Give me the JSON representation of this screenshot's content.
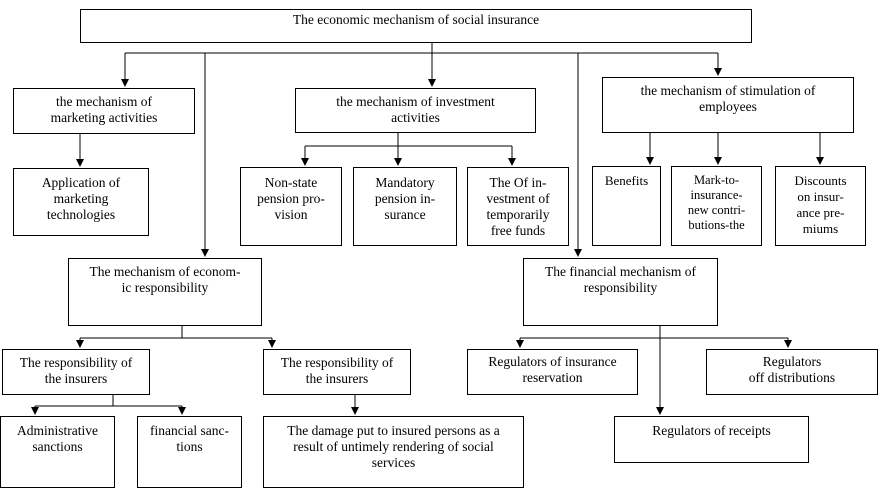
{
  "diagram": {
    "nodes": {
      "root": "The economic mechanism of social insurance",
      "marketing": "the mechanism of\nmarketing activities",
      "investment": "the mechanism of investment\nactivities",
      "stimulation": "the mechanism of stimulation of\nemployees",
      "application": "Application of\nmarketing\ntechnologies",
      "nonstate": "Non-state\npension pro-\nvision",
      "mandatory": "Mandatory\npension in-\nsurance",
      "invest_free": "The Of in-\nvestment of\ntemporarily\nfree funds",
      "benefits": "Benefits",
      "markto": "Mark-to-\ninsurance-\nnew contri-\nbutions-the",
      "discounts": "Discounts\non insur-\nance pre-\nmiums",
      "economic_resp": "The mechanism of econom-\nic responsibility",
      "financial_resp": "The financial mechanism of\nresponsibility",
      "insurers_resp_1": "The responsibility of\nthe insurers",
      "insurers_resp_2": "The responsibility of\nthe insurers",
      "admin": "Administrative\nsanctions",
      "fin_sanctions": "financial sanc-\ntions",
      "damage": "The damage put to insured persons as a\nresult of untimely rendering of social\nservices",
      "reg_reserv": "Regulators of insurance\nreservation",
      "reg_distr": "Regulators\noff distributions",
      "reg_receipts": "Regulators of receipts"
    },
    "edges": [
      [
        "root",
        "marketing"
      ],
      [
        "root",
        "investment"
      ],
      [
        "root",
        "stimulation"
      ],
      [
        "root",
        "economic_resp"
      ],
      [
        "root",
        "financial_resp"
      ],
      [
        "marketing",
        "application"
      ],
      [
        "investment",
        "nonstate"
      ],
      [
        "investment",
        "mandatory"
      ],
      [
        "investment",
        "invest_free"
      ],
      [
        "stimulation",
        "benefits"
      ],
      [
        "stimulation",
        "markto"
      ],
      [
        "stimulation",
        "discounts"
      ],
      [
        "economic_resp",
        "insurers_resp_1"
      ],
      [
        "economic_resp",
        "insurers_resp_2"
      ],
      [
        "insurers_resp_1",
        "admin"
      ],
      [
        "insurers_resp_1",
        "fin_sanctions"
      ],
      [
        "insurers_resp_2",
        "damage"
      ],
      [
        "financial_resp",
        "reg_reserv"
      ],
      [
        "financial_resp",
        "reg_distr"
      ],
      [
        "financial_resp",
        "reg_receipts"
      ]
    ]
  }
}
